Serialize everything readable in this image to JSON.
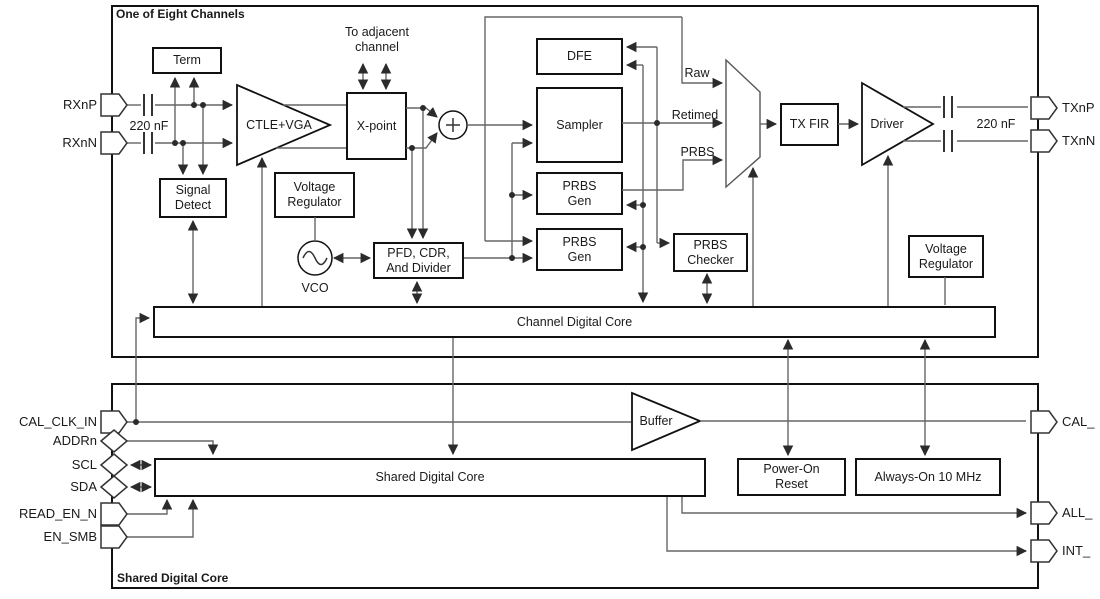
{
  "titles": {
    "channel": "One of Eight Channels",
    "shared": "Shared Digital Core"
  },
  "blocks": {
    "term": "Term",
    "signal_detect": "Signal Detect",
    "vreg_left": "Voltage Regulator",
    "xpoint": "X-point",
    "pfd": "PFD, CDR, And Divider",
    "dfe": "DFE",
    "sampler": "Sampler",
    "prbs_gen1": "PRBS Gen",
    "prbs_gen2": "PRBS Gen",
    "prbs_checker": "PRBS Checker",
    "tx_fir": "TX FIR",
    "vreg_right": "Voltage Regulator",
    "channel_core": "Channel Digital Core",
    "shared_core": "Shared Digital Core",
    "por": "Power-On Reset",
    "always_on": "Always-On 10 MHz"
  },
  "amps": {
    "ctle": "CTLE+VGA",
    "driver": "Driver",
    "buffer": "Buffer"
  },
  "labels": {
    "to_adjacent": "To adjacent channel",
    "raw": "Raw",
    "retimed": "Retimed",
    "prbs": "PRBS",
    "vco": "VCO",
    "cap_rx": "220 nF",
    "cap_tx": "220 nF"
  },
  "pins": {
    "left": [
      {
        "label": "RXnP"
      },
      {
        "label": "RXnN"
      },
      {
        "label": "CAL_CLK_IN"
      },
      {
        "label": "ADDRn"
      },
      {
        "label": "SCL"
      },
      {
        "label": "SDA"
      },
      {
        "label": "READ_EN_N"
      },
      {
        "label": "EN_SMB"
      }
    ],
    "right": [
      {
        "label": "TXnP"
      },
      {
        "label": "TXnN"
      },
      {
        "label": "CAL_"
      },
      {
        "label": "ALL_"
      },
      {
        "label": "INT_"
      }
    ]
  }
}
